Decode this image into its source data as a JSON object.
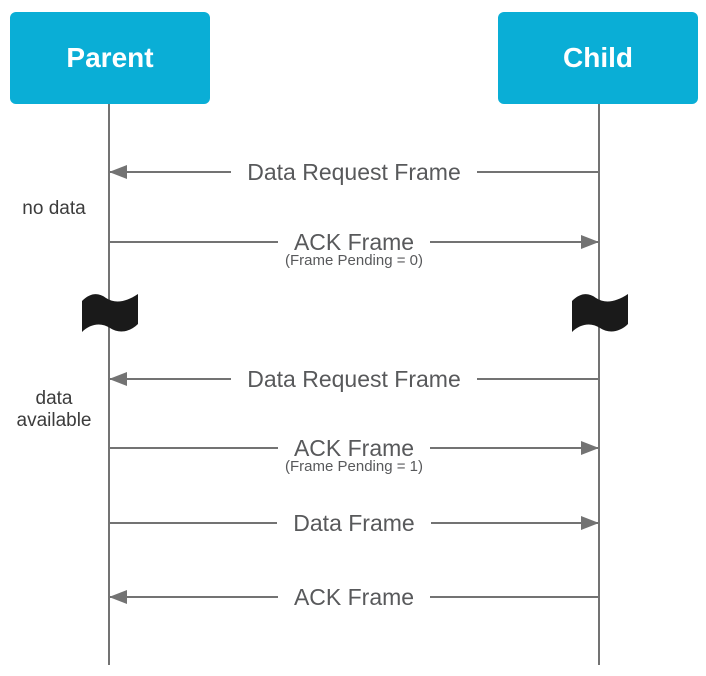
{
  "diagram_type": "sequence",
  "actors": [
    {
      "label": "Parent"
    },
    {
      "label": "Child"
    }
  ],
  "messages": [
    {
      "label": "Data Request Frame",
      "sublabel": "",
      "from": "child",
      "to": "parent"
    },
    {
      "label": "ACK Frame",
      "sublabel": "(Frame Pending = 0)",
      "from": "parent",
      "to": "child"
    },
    {
      "label": "Data Request Frame",
      "sublabel": "",
      "from": "child",
      "to": "parent"
    },
    {
      "label": "ACK Frame",
      "sublabel": "(Frame Pending = 1)",
      "from": "parent",
      "to": "child"
    },
    {
      "label": "Data Frame",
      "sublabel": "",
      "from": "parent",
      "to": "child"
    },
    {
      "label": "ACK Frame",
      "sublabel": "",
      "from": "child",
      "to": "parent"
    }
  ],
  "side_notes": [
    {
      "text": "no data"
    },
    {
      "text": "data available"
    }
  ],
  "icons": {
    "time_break": "flag-icon"
  },
  "colors": {
    "actor_bg": "#0aaed6",
    "actor_text": "#ffffff",
    "line": "#737373",
    "label_text": "#58595b",
    "side_text": "#3c3c3c",
    "flag": "#1a1a1a",
    "canvas_bg": "#ffffff"
  }
}
